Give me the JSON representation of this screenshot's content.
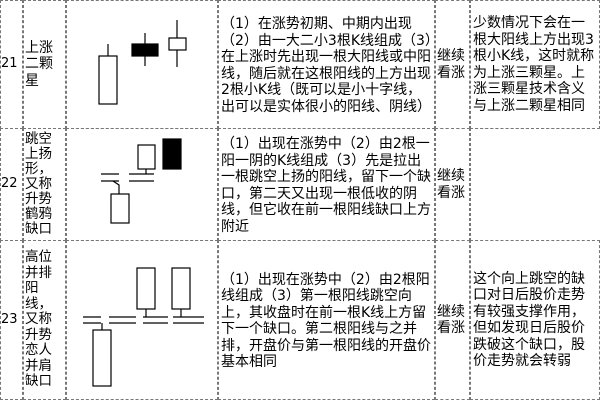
{
  "rows": [
    {
      "num": "21",
      "name": "上涨二颗星",
      "desc": "（1）在涨势初期、中期内出现（2）由一大二小3根K线组成（3）在上涨时先出现一根大阳线或中阳线，随后就在这根阳线的上方出现2根小K线（既可以是小十字线，出可以是实体很小的阳线、阴线）",
      "conclusion": "继续看涨",
      "note": "少数情况下会在一根大阳线上方出现3根小K线，这时就称为上涨三颗星。上涨三颗星技术含义与上涨二颗星相同"
    },
    {
      "num": "22",
      "name": "跳空上扬形，又称升势鹤鸦缺口",
      "desc": "（1）出现在涨势中（2）由2根一阳一阴的K线组成（3）先是拉出一根跳空上扬的阳线，留下一个缺口，第二天又出现一根低收的阴线，但它收在前一根阳线缺口上方附近",
      "conclusion": "继续看涨",
      "note": ""
    },
    {
      "num": "23",
      "name": "高位并排阳线，又称升势恋人并肩缺口",
      "desc": "（1）出现在涨势中（2）由2根阳线组成（3）第一根阳线跳空向上，其收盘时在前一根K线上方留下一个缺口。第二根阳线与之并排，开盘价与第一根阳线的开盘价基本相同",
      "conclusion": "继续看涨",
      "note": "这个向上跳空的缺口对日后股价走势有较强支撑作用，但如发现日后股价跌破这个缺口，股价走势就会转弱"
    }
  ]
}
